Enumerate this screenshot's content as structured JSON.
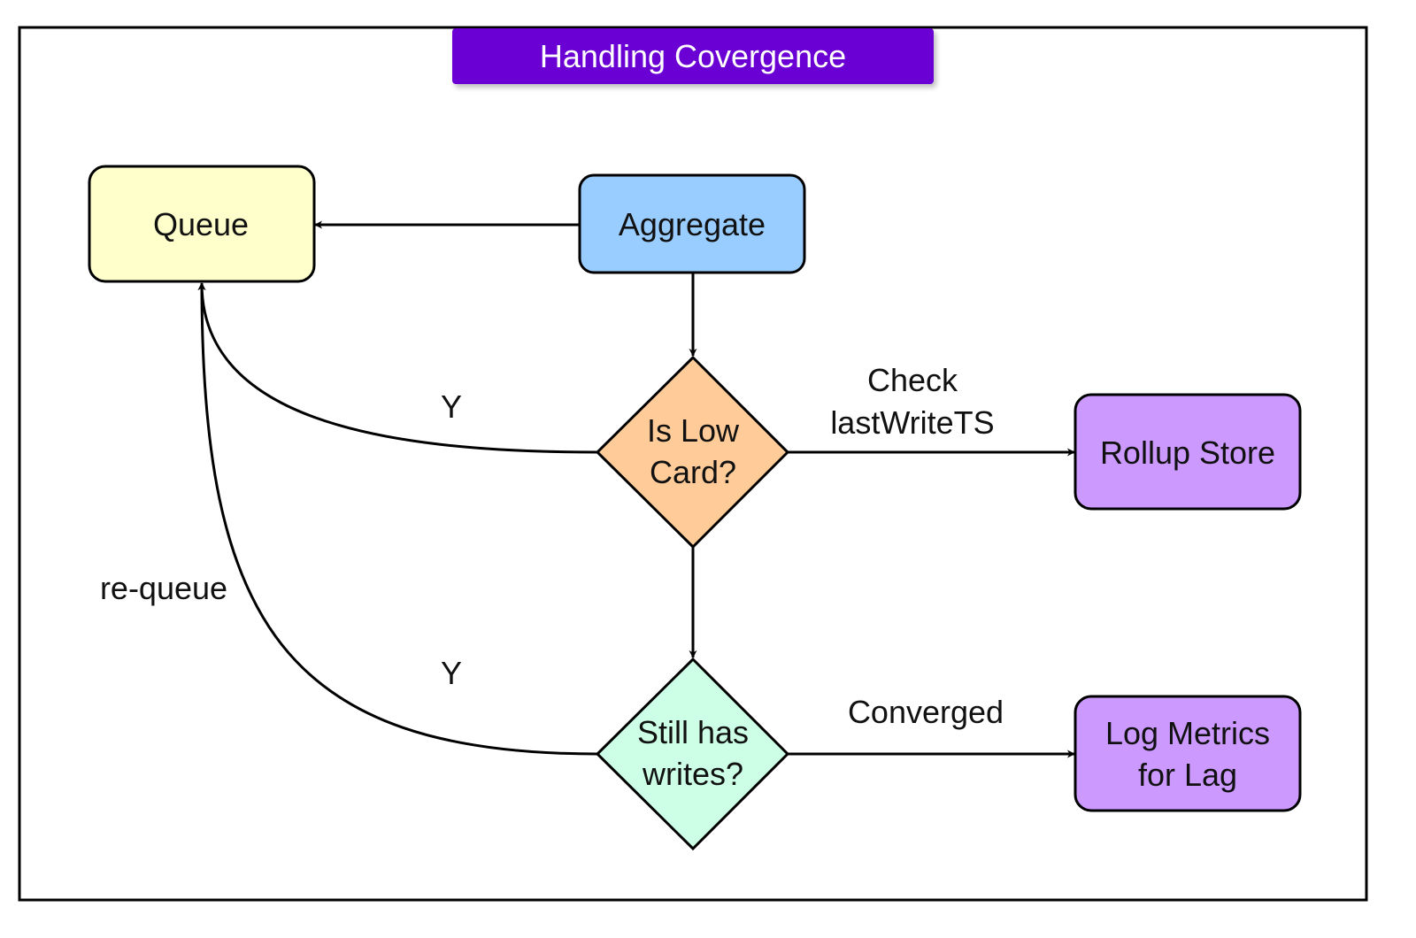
{
  "title": {
    "text": "Handling Covergence",
    "color": "#6a00d4"
  },
  "nodes": {
    "queue": {
      "text": "Queue",
      "color": "#ffffcc"
    },
    "aggregate": {
      "text": "Aggregate",
      "color": "#99ccff"
    },
    "is_low_card": {
      "line1": "Is Low",
      "line2": "Card?",
      "color": "#ffcc99"
    },
    "still_has_writes": {
      "line1": "Still has",
      "line2": "writes?",
      "color": "#ccffe6"
    },
    "rollup_store": {
      "text": "Rollup Store",
      "color": "#cc99ff"
    },
    "log_metrics": {
      "line1": "Log Metrics",
      "line2": "for Lag",
      "color": "#cc99ff"
    }
  },
  "edge_labels": {
    "check_line1": "Check",
    "check_line2": "lastWriteTS",
    "y_top": "Y",
    "y_bottom": "Y",
    "requeue": "re-queue",
    "converged": "Converged"
  }
}
